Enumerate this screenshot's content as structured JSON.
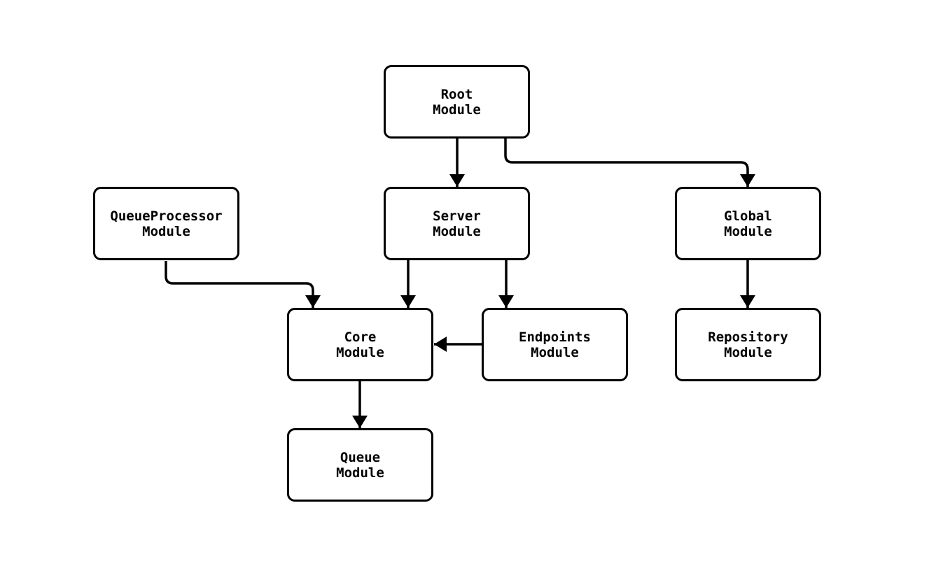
{
  "diagram": {
    "type": "flowchart",
    "direction": "top-down",
    "colors": {
      "background": "#ffffff",
      "node_fill": "#ffffff",
      "node_border": "#000000",
      "edge": "#000000",
      "text": "#000000"
    }
  },
  "nodes": {
    "root": {
      "label": "Root\nModule"
    },
    "queue_processor": {
      "label": "QueueProcessor\nModule"
    },
    "server": {
      "label": "Server\nModule"
    },
    "global": {
      "label": "Global\nModule"
    },
    "core": {
      "label": "Core\nModule"
    },
    "endpoints": {
      "label": "Endpoints\nModule"
    },
    "repository": {
      "label": "Repository\nModule"
    },
    "queue": {
      "label": "Queue\nModule"
    }
  },
  "edges": [
    {
      "from": "Root Module",
      "to": "Server Module"
    },
    {
      "from": "Root Module",
      "to": "Global Module"
    },
    {
      "from": "QueueProcessor Module",
      "to": "Core Module"
    },
    {
      "from": "Server Module",
      "to": "Core Module"
    },
    {
      "from": "Server Module",
      "to": "Endpoints Module"
    },
    {
      "from": "Endpoints Module",
      "to": "Core Module"
    },
    {
      "from": "Global Module",
      "to": "Repository Module"
    },
    {
      "from": "Core Module",
      "to": "Queue Module"
    }
  ]
}
